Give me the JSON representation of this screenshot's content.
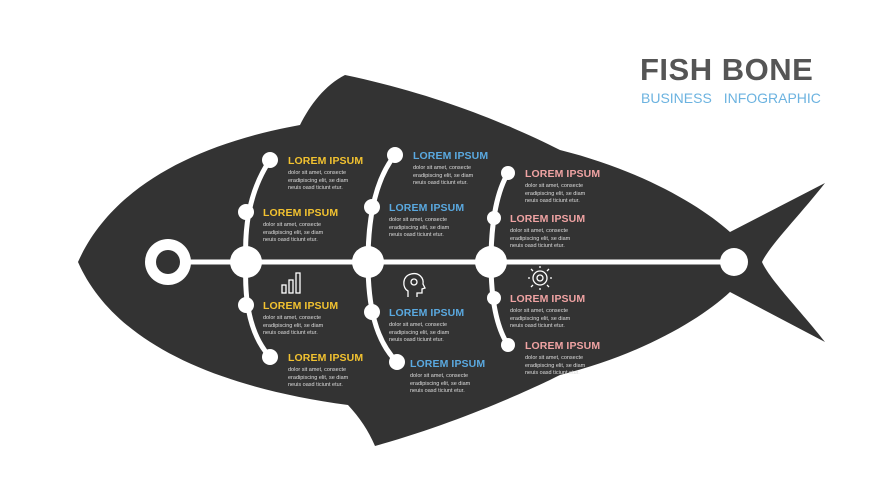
{
  "header": {
    "title": "FISH BONE",
    "subtitle": "BUSINESS INFOGRAPHIC"
  },
  "colors": {
    "fish": "#333333",
    "bone": "#ffffff",
    "yellow": "#f2c230",
    "blue": "#5aa9e0",
    "pink": "#f0a3a3",
    "title": "#555555",
    "subtitle": "#6cb3e0"
  },
  "icons": [
    "bar-chart-icon",
    "head-idea-icon",
    "gear-icon"
  ],
  "items": [
    {
      "heading": "LOREM IPSUM",
      "text": "dolor sit amet, consecte\neradipiscing elit, se diam\nneuis oasd ticiunt etur.",
      "color": "yellow"
    },
    {
      "heading": "LOREM IPSUM",
      "text": "dolor sit amet, consecte\neradipiscing elit, se diam\nneuis oasd ticiunt etur.",
      "color": "yellow"
    },
    {
      "heading": "LOREM IPSUM",
      "text": "dolor sit amet, consecte\neradipiscing elit, se diam\nneuis oasd ticiunt etur.",
      "color": "yellow"
    },
    {
      "heading": "LOREM IPSUM",
      "text": "dolor sit amet, consecte\neradipiscing elit, se diam\nneuis oasd ticiunt etur.",
      "color": "yellow"
    },
    {
      "heading": "LOREM IPSUM",
      "text": "dolor sit amet, consecte\neradipiscing elit, se diam\nneuis oasd ticiunt etur.",
      "color": "blue"
    },
    {
      "heading": "LOREM IPSUM",
      "text": "dolor sit amet, consecte\neradipiscing elit, se diam\nneuis oasd ticiunt etur.",
      "color": "blue"
    },
    {
      "heading": "LOREM IPSUM",
      "text": "dolor sit amet, consecte\neradipiscing elit, se diam\nneuis oasd ticiunt etur.",
      "color": "blue"
    },
    {
      "heading": "LOREM IPSUM",
      "text": "dolor sit amet, consecte\neradipiscing elit, se diam\nneuis oasd ticiunt etur.",
      "color": "blue"
    },
    {
      "heading": "LOREM IPSUM",
      "text": "dolor sit amet, consecte\neradipiscing elit, se diam\nneuis oasd ticiunt etur.",
      "color": "pink"
    },
    {
      "heading": "LOREM IPSUM",
      "text": "dolor sit amet, consecte\neradipiscing elit, se diam\nneuis oasd ticiunt etur.",
      "color": "pink"
    },
    {
      "heading": "LOREM IPSUM",
      "text": "dolor sit amet, consecte\neradipiscing elit, se diam\nneuis oasd ticiunt etur.",
      "color": "pink"
    },
    {
      "heading": "LOREM IPSUM",
      "text": "dolor sit amet, consecte\neradipiscing elit, se diam\nneuis oasd ticiunt etur.",
      "color": "pink"
    }
  ]
}
